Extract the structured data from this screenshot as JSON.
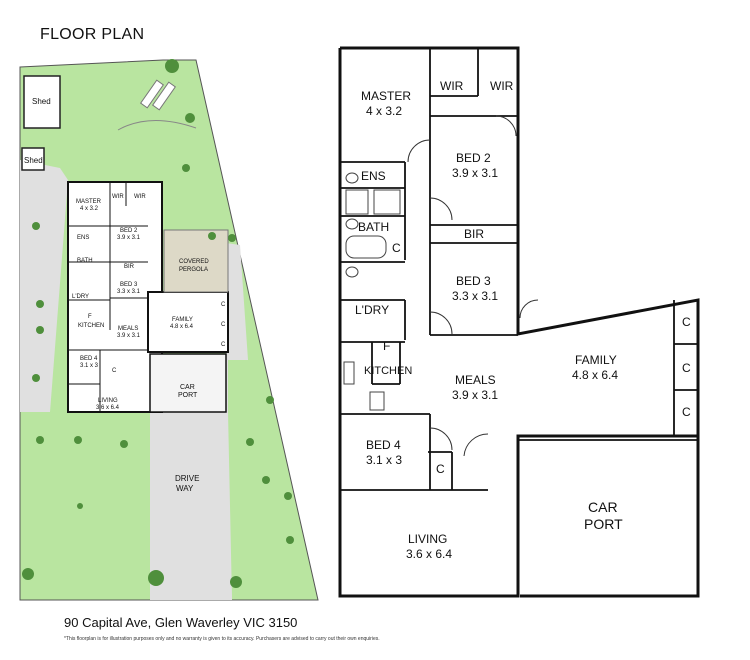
{
  "title": "FLOOR PLAN",
  "address": "90 Capital Ave, Glen Waverley VIC 3150",
  "disclaimer": "*This floorplan is for illustration purposes only and no warranty is given to its accuracy. Purchasers are advised to carry out their own enquiries.",
  "site_plan": {
    "sheds": [
      "Shed",
      "Shed"
    ],
    "rooms": [
      {
        "name": "MASTER",
        "size": "4 x 3.2"
      },
      {
        "name": "WIR",
        "size": ""
      },
      {
        "name": "WIR",
        "size": ""
      },
      {
        "name": "BED 2",
        "size": "3.9 x 3.1"
      },
      {
        "name": "ENS",
        "size": ""
      },
      {
        "name": "BATH",
        "size": ""
      },
      {
        "name": "BIR",
        "size": ""
      },
      {
        "name": "BED 3",
        "size": "3.3 x 3.1"
      },
      {
        "name": "L'DRY",
        "size": ""
      },
      {
        "name": "F",
        "size": ""
      },
      {
        "name": "KITCHEN",
        "size": ""
      },
      {
        "name": "MEALS",
        "size": "3.9 x 3.1"
      },
      {
        "name": "FAMILY",
        "size": "4.8 x 6.4"
      },
      {
        "name": "BED 4",
        "size": "3.1 x 3"
      },
      {
        "name": "LIVING",
        "size": "3.6 x 6.4"
      }
    ],
    "pergola": [
      "COVERED",
      "PERGOLA"
    ],
    "carport": [
      "CAR",
      "PORT"
    ],
    "driveway": [
      "DRIVE",
      "WAY"
    ],
    "cupboard": "C"
  },
  "floor_plan": {
    "master": {
      "name": "MASTER",
      "size": "4 x 3.2"
    },
    "wir1": "WIR",
    "wir2": "WIR",
    "bed2": {
      "name": "BED 2",
      "size": "3.9 x 3.1"
    },
    "ens": "ENS",
    "bath": "BATH",
    "bir": "BIR",
    "bed3": {
      "name": "BED 3",
      "size": "3.3 x 3.1"
    },
    "laundry": "L'DRY",
    "fridge": "F",
    "kitchen": "KITCHEN",
    "meals": {
      "name": "MEALS",
      "size": "3.9 x 3.1"
    },
    "family": {
      "name": "FAMILY",
      "size": "4.8 x 6.4"
    },
    "bed4": {
      "name": "BED 4",
      "size": "3.1 x 3"
    },
    "living": {
      "name": "LIVING",
      "size": "3.6 x 6.4"
    },
    "carport": [
      "CAR",
      "PORT"
    ],
    "cupboard": "C"
  },
  "colors": {
    "lawn": "#b9e5a0",
    "paving": "#e0e0e0",
    "pergola": "#ddd9c7",
    "tree": "#4f8f3c",
    "wall": "#111111"
  }
}
